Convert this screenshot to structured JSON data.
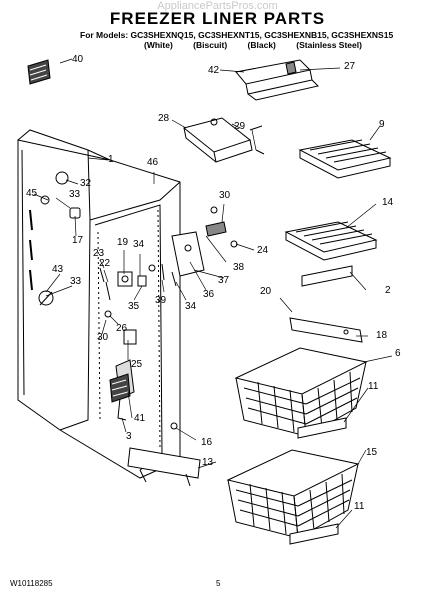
{
  "watermark": "AppliancePartsPros.com",
  "title": "FREEZER LINER PARTS",
  "models_line": "For Models: GC3SHEXNQ15, GC3SHEXNT15, GC3SHEXNB15, GC3SHEXNS15",
  "variants": [
    "(White)",
    "(Biscuit)",
    "(Black)",
    "(Stainless Steel)"
  ],
  "part_numbers": [
    "40",
    "42",
    "27",
    "1",
    "46",
    "28",
    "29",
    "9",
    "32",
    "45",
    "33",
    "30",
    "14",
    "17",
    "24",
    "19",
    "34",
    "23",
    "22",
    "38",
    "43",
    "33",
    "18",
    "37",
    "35",
    "39",
    "34",
    "36",
    "2",
    "20",
    "26",
    "30",
    "25",
    "6",
    "41",
    "11",
    "3",
    "16",
    "15",
    "13",
    "11"
  ],
  "doc_number": "W10118285",
  "page_number": "5"
}
